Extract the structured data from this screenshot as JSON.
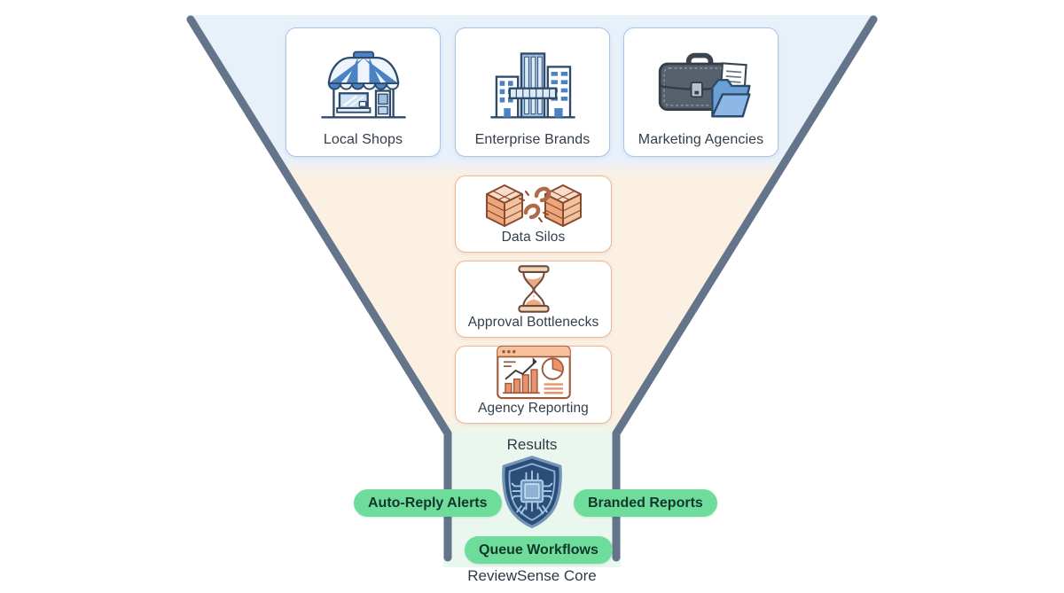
{
  "funnel": {
    "colors": {
      "wall": "#64748b",
      "top_band_bg": "#e8f0fa",
      "middle_band_bg": "#fcf0e3",
      "bottom_band_bg": "#e9f7ee",
      "top_card_border": "#a9c7e6",
      "middle_card_border": "#efb691",
      "pill_bg": "#6edd9c",
      "pill_text": "#12372a",
      "label_text": "#333e4a"
    },
    "top_row": {
      "cards": [
        {
          "label": "Local Shops",
          "icon": "storefront-icon"
        },
        {
          "label": "Enterprise Brands",
          "icon": "office-buildings-icon"
        },
        {
          "label": "Marketing Agencies",
          "icon": "briefcase-folder-icon"
        }
      ]
    },
    "middle_column": {
      "cards": [
        {
          "label": "Data Silos",
          "icon": "broken-link-cubes-icon"
        },
        {
          "label": "Approval Bottlenecks",
          "icon": "hourglass-icon"
        },
        {
          "label": "Agency Reporting",
          "icon": "analytics-report-icon"
        }
      ]
    },
    "bottom": {
      "results_label": "Results",
      "shield_icon": "circuit-shield-icon",
      "pills": [
        {
          "label": "Auto-Reply Alerts"
        },
        {
          "label": "Branded Reports"
        },
        {
          "label": "Queue Workflows"
        }
      ],
      "core_label": "ReviewSense Core"
    }
  }
}
